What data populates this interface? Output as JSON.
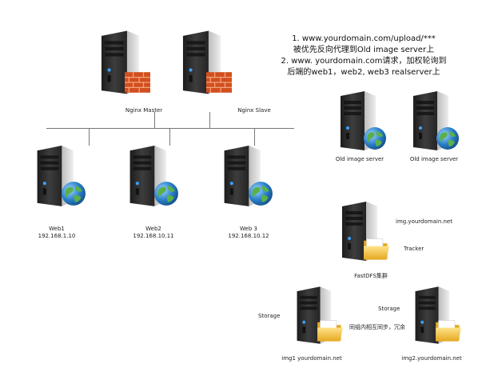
{
  "notes": [
    "1. www.yourdomain.com/upload/***",
    "被优先反向代理到Old  image server上",
    "2. www. yourdomain.com请求，加权轮询到",
    "后端的web1，web2, web3  realserver上"
  ],
  "nginx": {
    "master_label": "Nginx Master",
    "slave_label": "Nginx  Slave"
  },
  "web": [
    {
      "name": "Web1",
      "ip": "192.168.1.10"
    },
    {
      "name": "Web2",
      "ip": "192.168.10.11"
    },
    {
      "name": "Web 3",
      "ip": "192.168.10.12"
    }
  ],
  "old_servers": [
    "Old image server",
    "Old image server"
  ],
  "fastdfs": {
    "domain": "img.yourdomain.net",
    "tracker": "Tracker",
    "cluster": "FastDFS集群"
  },
  "storage": {
    "left_role": "Storage",
    "right_role": "Storage",
    "sync_note": "同组内相互同步，冗余",
    "left_name": "img1 yourdomain.net",
    "right_name": "img2.yourdomain.net"
  },
  "colors": {
    "line": "#777777",
    "server_dark": "#2b2b2b",
    "server_mid": "#4a4a4a",
    "firewall": "#e0602a",
    "globe_blue": "#2a7fc9",
    "globe_green": "#5bb04a",
    "folder": "#f5c23a"
  }
}
